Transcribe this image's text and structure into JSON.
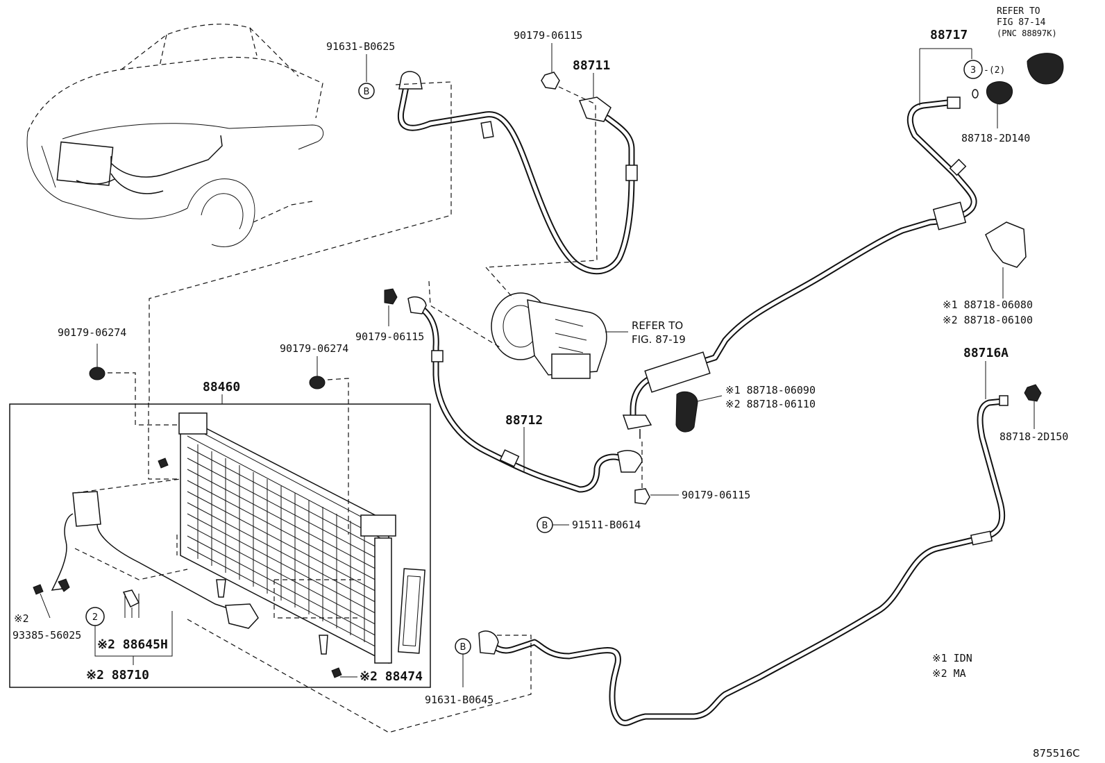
{
  "labels": {
    "p91631_B0625": "91631-B0625",
    "p90179_06115_top": "90179-06115",
    "p88711": "88711",
    "p88717": "88717",
    "refer_top_1": "REFER TO",
    "refer_top_2": "FIG 87-14",
    "refer_top_3": "(PNC 88897K)",
    "qty_2": "-(2)",
    "p88718_2D140": "88718-2D140",
    "p88718_06080": "※1 88718-06080",
    "p88718_06100": "※2 88718-06100",
    "p90179_06274_left": "90179-06274",
    "p90179_06274_mid": "90179-06274",
    "p90179_06115_mid": "90179-06115",
    "refer_mid_1": "REFER TO",
    "refer_mid_2": "FIG. 87-19",
    "p88716A": "88716A",
    "p88460": "88460",
    "p88718_06090": "※1 88718-06090",
    "p88718_06110": "※2 88718-06110",
    "p88712": "88712",
    "p88718_2D150": "88718-2D150",
    "p90179_06115_low": "90179-06115",
    "p91511_B0614": "91511-B0614",
    "p93385_mark": "※2",
    "p93385_56025": "93385-56025",
    "p88645H": "※2 88645H",
    "p88710": "※2 88710",
    "p88474": "※2 88474",
    "p91631_B0645": "91631-B0645",
    "legend_1": "※1  IDN",
    "legend_2": "※2  MA",
    "fig_code": "875516C"
  },
  "callouts": {
    "B": "B",
    "two": "2",
    "three": "3"
  }
}
